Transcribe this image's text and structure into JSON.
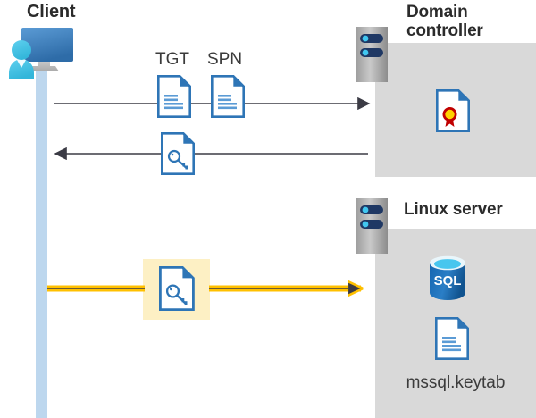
{
  "diagram": {
    "title_client": "Client",
    "title_domain_controller": "Domain\ncontroller",
    "title_linux_server": "Linux server",
    "colors": {
      "panel_grey": "#d9d9d9",
      "lifeline_blue": "#bdd7ee",
      "arrow_dark": "#3b3b45",
      "arrow_gold": "#ffc000",
      "highlight_yellow": "#fdf0c4",
      "doc_blue": "#2e75b6",
      "sql_blue": "#1f6fb5",
      "server_grey": "#a6a6a6",
      "server_pill": "#1f3864",
      "server_dot": "#41c7f0",
      "seal_red": "#c00000",
      "seal_gold": "#ffd200",
      "title_text": "#2b2b2b",
      "label_text": "#3b3b3b"
    },
    "labels": {
      "tgt": "TGT",
      "spn": "SPN",
      "keytab_file": "mssql.keytab",
      "sql_text": "SQL"
    },
    "icons": {
      "client": "client-computer-user-icon",
      "domain_controller_server": "server-chassis-icon",
      "linux_server": "server-chassis-icon",
      "tgt_document": "document-icon",
      "spn_document": "document-icon",
      "ticket_key_document_response": "document-key-icon",
      "ticket_key_document_request": "document-key-icon",
      "certificate": "certificate-document-icon",
      "sql_database": "sql-database-icon",
      "keytab_document": "document-icon"
    },
    "flows": [
      {
        "id": "request",
        "from": "client",
        "to": "domain-controller",
        "direction": "right",
        "style": "solid-dark",
        "carries": [
          "TGT",
          "SPN"
        ]
      },
      {
        "id": "response",
        "from": "domain-controller",
        "to": "client",
        "direction": "left",
        "style": "solid-dark",
        "carries": [
          "service-ticket"
        ]
      },
      {
        "id": "authenticate",
        "from": "client",
        "to": "linux-server",
        "direction": "right",
        "style": "gold-highlighted",
        "carries": [
          "service-ticket"
        ]
      }
    ]
  }
}
